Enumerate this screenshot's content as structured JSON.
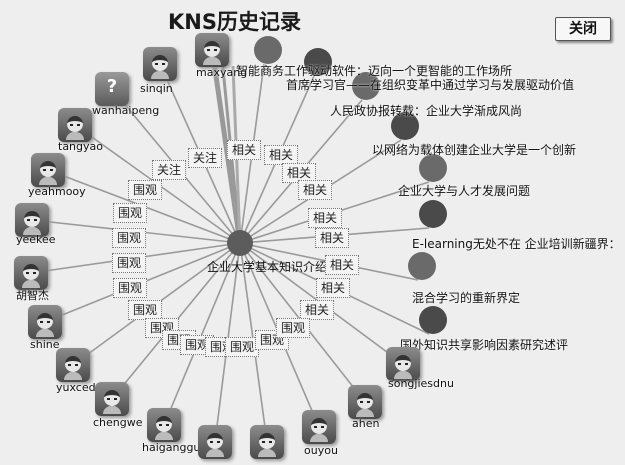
{
  "title": "KNS历史记录",
  "close_label": "关闭",
  "center": {
    "label": "企业大学基本知识介绍"
  },
  "users": [
    {
      "name": "maxyang",
      "avatar": "person"
    },
    {
      "name": "sinqin",
      "avatar": "person"
    },
    {
      "name": "wanhaipeng",
      "avatar": "unknown"
    },
    {
      "name": "tangyao",
      "avatar": "person"
    },
    {
      "name": "yeahmooy",
      "avatar": "person"
    },
    {
      "name": "yeekee",
      "avatar": "person"
    },
    {
      "name": "胡智杰",
      "avatar": "person"
    },
    {
      "name": "shine",
      "avatar": "person"
    },
    {
      "name": "yuxcedyo",
      "avatar": "person"
    },
    {
      "name": "chengwe",
      "avatar": "person"
    },
    {
      "name": "haiganggu",
      "avatar": "person"
    },
    {
      "name": "",
      "avatar": "person"
    },
    {
      "name": "",
      "avatar": "person"
    },
    {
      "name": "ouyou",
      "avatar": "person"
    },
    {
      "name": "ahen",
      "avatar": "person"
    },
    {
      "name": "songjiesdnu",
      "avatar": "person"
    }
  ],
  "topics": [
    "智能商务工作驱动软件：迈向一个更智能的工作场所",
    "首席学习官——在组织变革中通过学习与发展驱动价值",
    "人民政协报转载：企业大学渐成风尚",
    "以网络为载体创建企业大学是一个创新",
    "企业大学与人才发展问题",
    "E-learning无处不在 企业培训新疆界：",
    "混合学习的重新界定",
    "国外知识共享影响因素研究述评"
  ],
  "relations": {
    "focus": "关注",
    "watch": "围观",
    "related": "相关"
  },
  "colors": {
    "node": "#555555",
    "spoke": "#9a9a9a",
    "background": "#eeeeee"
  }
}
